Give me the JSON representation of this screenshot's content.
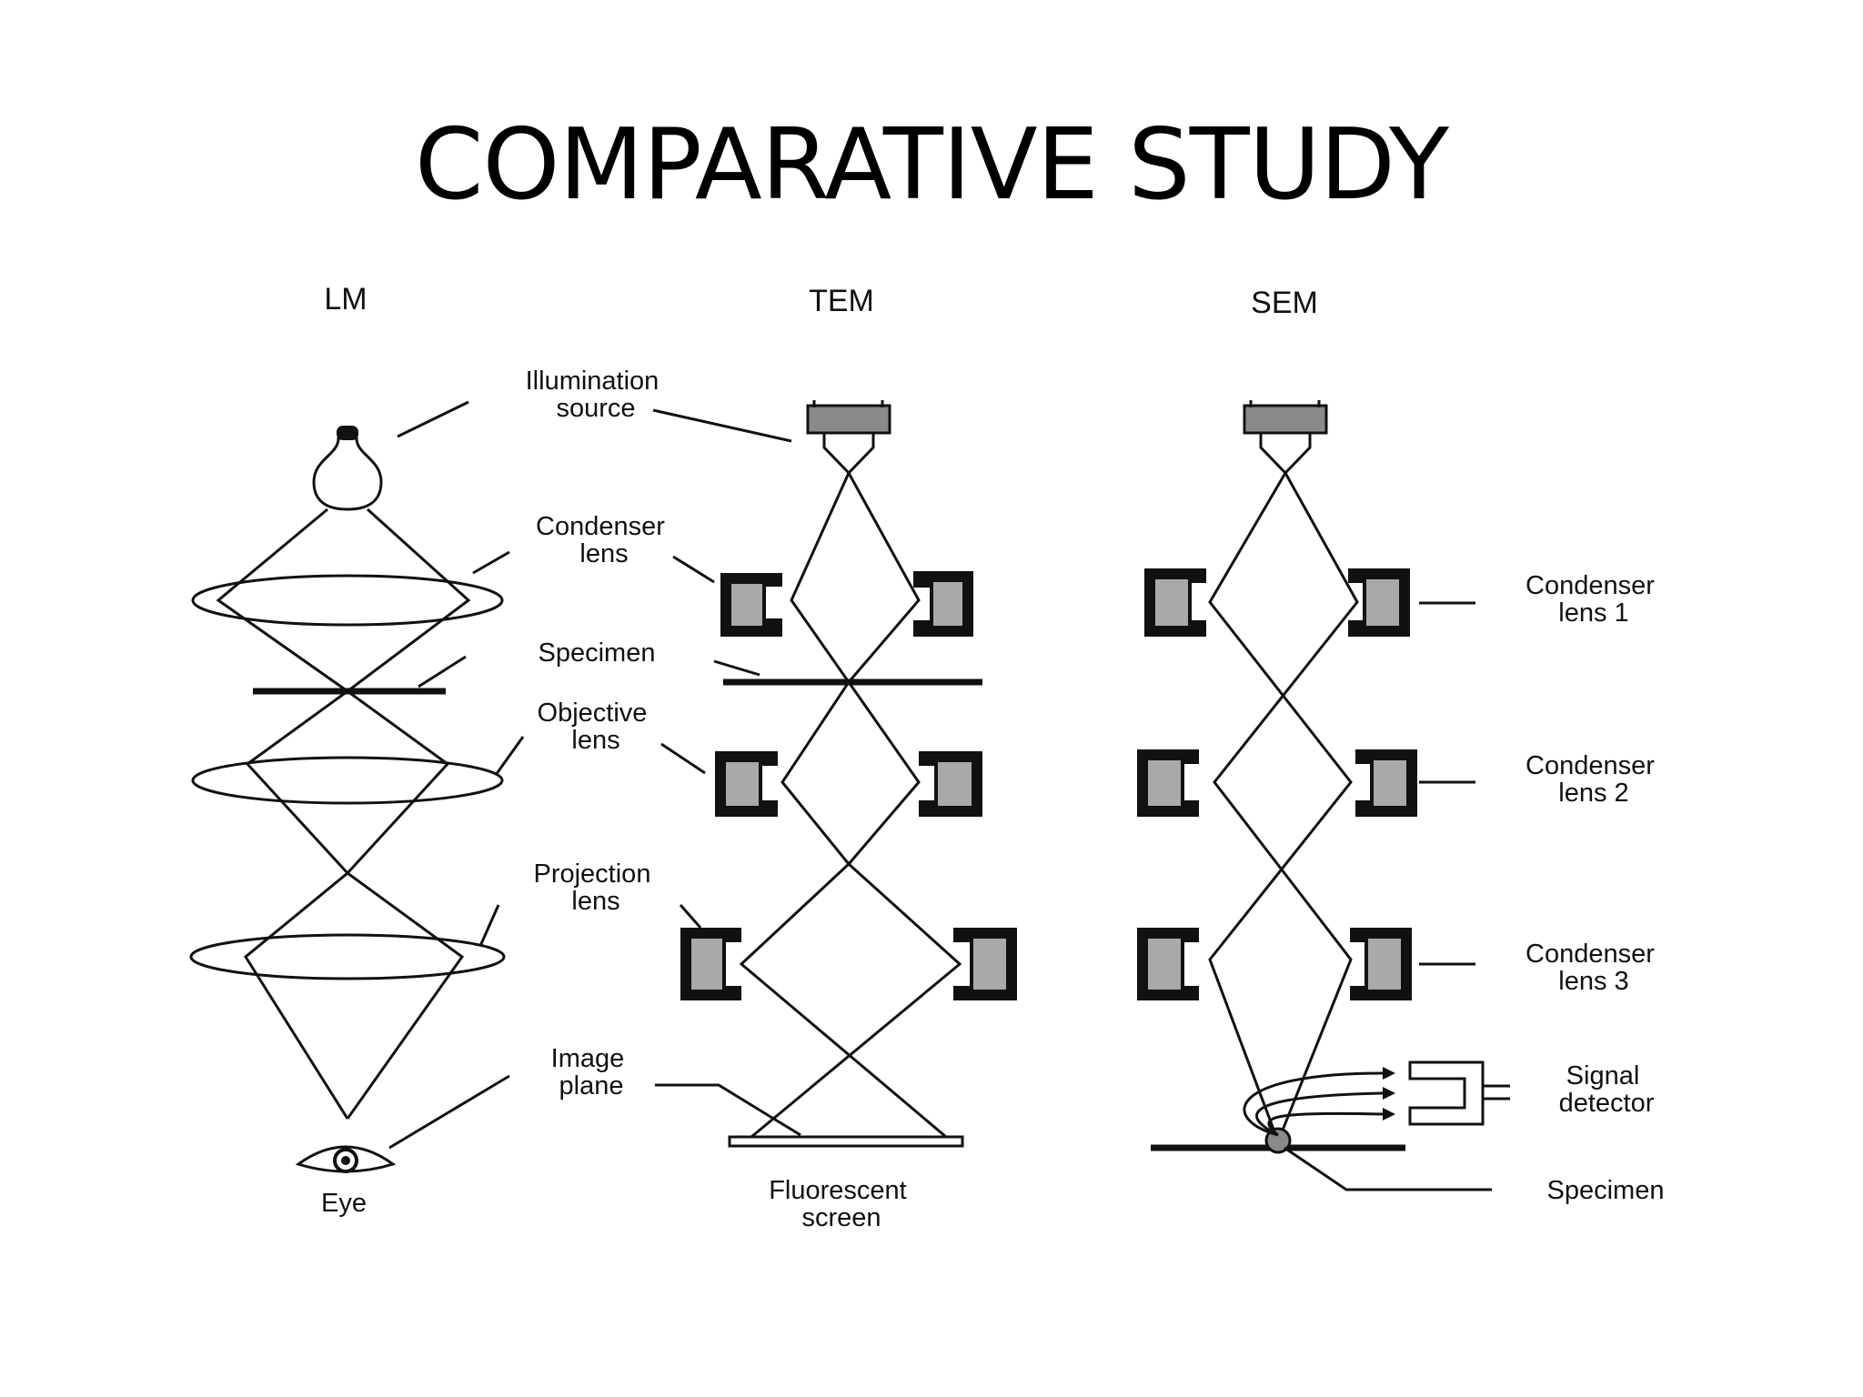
{
  "slide": {
    "title": "COMPARATIVE STUDY"
  },
  "columns": {
    "lm": "LM",
    "tem": "TEM",
    "sem": "SEM"
  },
  "labels": {
    "illumination_source": [
      "Illumination",
      "source"
    ],
    "condenser_lens": [
      "Condenser",
      "lens"
    ],
    "specimen": "Specimen",
    "objective_lens": [
      "Objective",
      "lens"
    ],
    "projection_lens": [
      "Projection",
      "lens"
    ],
    "image_plane": [
      "Image",
      "plane"
    ],
    "eye": "Eye",
    "fluorescent_screen": [
      "Fluorescent",
      "screen"
    ],
    "condenser_lens_1": [
      "Condenser",
      "lens 1"
    ],
    "condenser_lens_2": [
      "Condenser",
      "lens 2"
    ],
    "condenser_lens_3": [
      "Condenser",
      "lens 3"
    ],
    "signal_detector": [
      "Signal",
      "detector"
    ],
    "sem_specimen": "Specimen"
  }
}
